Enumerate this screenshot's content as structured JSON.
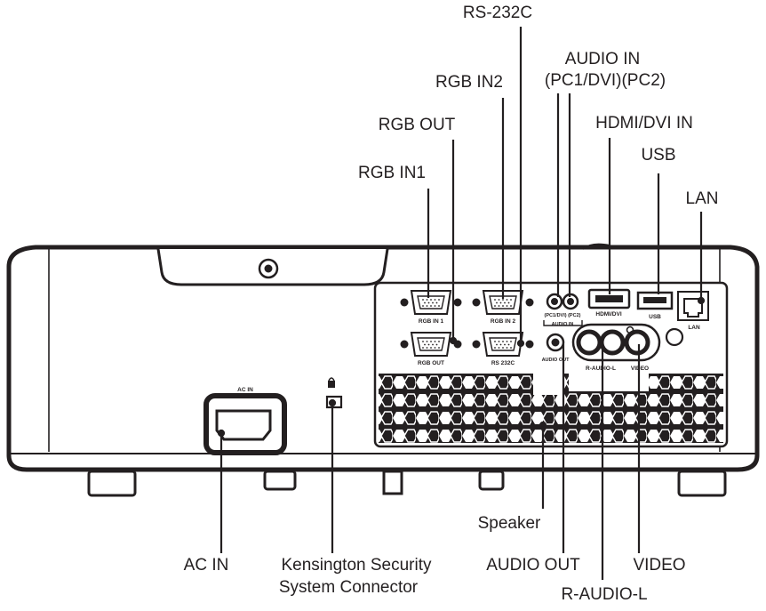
{
  "diagram": {
    "callouts": {
      "rs232c": "RS-232C",
      "audio_in_l1": "AUDIO IN",
      "audio_in_l2": "(PC1/DVI)(PC2)",
      "rgb_in2": "RGB IN2",
      "hdmi_dvi_in": "HDMI/DVI IN",
      "rgb_out": "RGB OUT",
      "usb": "USB",
      "rgb_in1": "RGB IN1",
      "lan": "LAN",
      "speaker": "Speaker",
      "ac_in": "AC IN",
      "kensington_l1": "Kensington Security",
      "kensington_l2": "System Connector",
      "audio_out": "AUDIO OUT",
      "video": "VIDEO",
      "r_audio_l": "R-AUDIO-L"
    },
    "panel_labels": {
      "rgb_in_1": "RGB IN 1",
      "rgb_in_2": "RGB IN 2",
      "rgb_out": "RGB OUT",
      "rs_232c": "RS 232C",
      "pc1_dvi_pc2": "(PC1/DVI) (PC2)",
      "audio_in": "AUDIO IN",
      "hdmi_dvi": "HDMI/DVI",
      "usb": "USB",
      "lan": "LAN",
      "audio_out": "AUDIO OUT",
      "r_audio_l": "R-AUDIO-L",
      "video": "VIDEO",
      "ac_in": "AC IN"
    },
    "colors": {
      "line": "#231f20",
      "body": "#ffffff"
    }
  }
}
